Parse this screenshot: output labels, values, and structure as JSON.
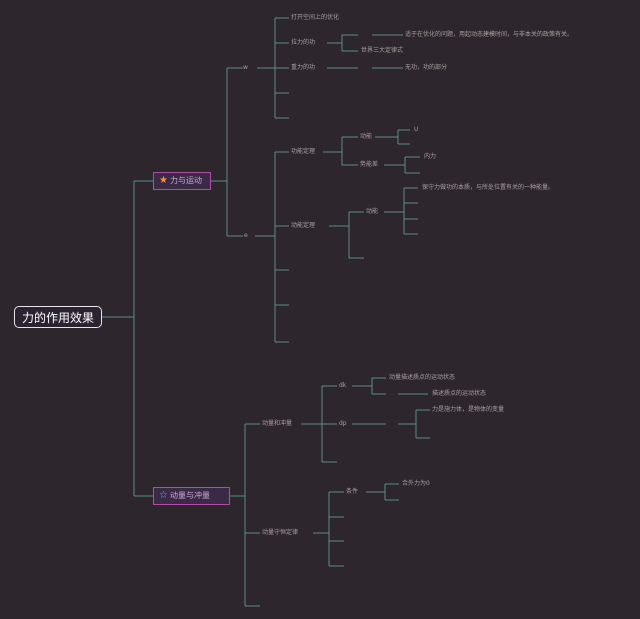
{
  "root": {
    "label": "力的作用效果"
  },
  "branches": {
    "b1": {
      "icon": "star-icon",
      "label": "力与运动"
    },
    "b2": {
      "icon": "star-outline-icon",
      "label": "动量与冲量"
    }
  },
  "texts": {
    "n_a1": "打开空间上的优化",
    "n_a2": "拉力的功",
    "n_a3": "",
    "n_a3b": "适于在优化的问题，用起动态建模时间，与非本关的政策有关。",
    "n_a4": "世界三大定律式",
    "n_a5": "重力的功",
    "n_a6": "",
    "n_a7": "无功，功的部分",
    "n_w": "w",
    "n_b1": "功能定理",
    "n_b2": "动能",
    "n_b3": "U",
    "n_b4": "",
    "n_b5": "势能差",
    "n_b6": "内力",
    "n_b7": "动能定理",
    "n_b8": "动能",
    "n_b9": "保守力做功的本质，与所处位置有关的一种能量。",
    "n_e": "e",
    "n_c1": "动量和冲量",
    "n_c2": "dk",
    "n_c3": "动量描述质点的运动状态",
    "n_c4": "",
    "n_c5": "描述质点的运动状态",
    "n_c6": "dp",
    "n_c7": "",
    "n_c8": "力是施力体，是物体的变量",
    "n_d1": "动量守恒定律",
    "n_d2": "条件",
    "n_d3": "合外力为0"
  }
}
